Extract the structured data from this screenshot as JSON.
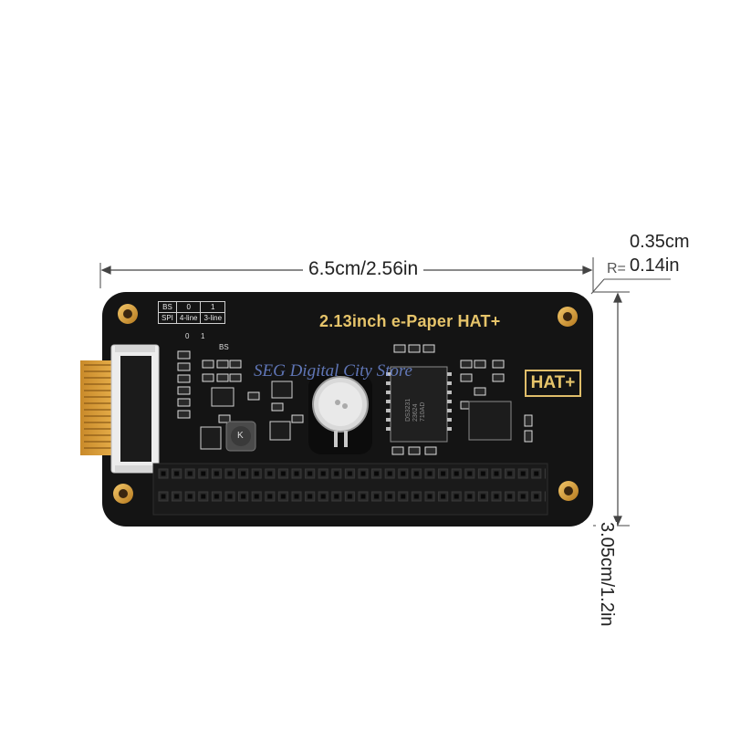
{
  "dimensions": {
    "width_label": "6.5cm/2.56in",
    "height_label": "3.05cm/1.2in",
    "radius_prefix": "R=",
    "radius_cm": "0.35cm",
    "radius_in": "0.14in"
  },
  "board": {
    "title": "2.13inch e-Paper HAT+",
    "badge": "HAT+",
    "bs_table": {
      "row1": [
        "BS",
        "0",
        "1"
      ],
      "row2": [
        "SPI",
        "4-line",
        "3-line"
      ]
    },
    "switch_labels": {
      "zero": "0",
      "one": "1",
      "bs": "BS"
    },
    "chip_marking": "DS3231",
    "chip_marking_2": "23624",
    "chip_marking_3": "710AD",
    "key_label": "K"
  },
  "watermark": "SEG Digital City Store",
  "colors": {
    "pcb": "#141414",
    "gold": "#d8a33a",
    "silk": "#e6c46a",
    "connector": "#e8e8e8"
  }
}
